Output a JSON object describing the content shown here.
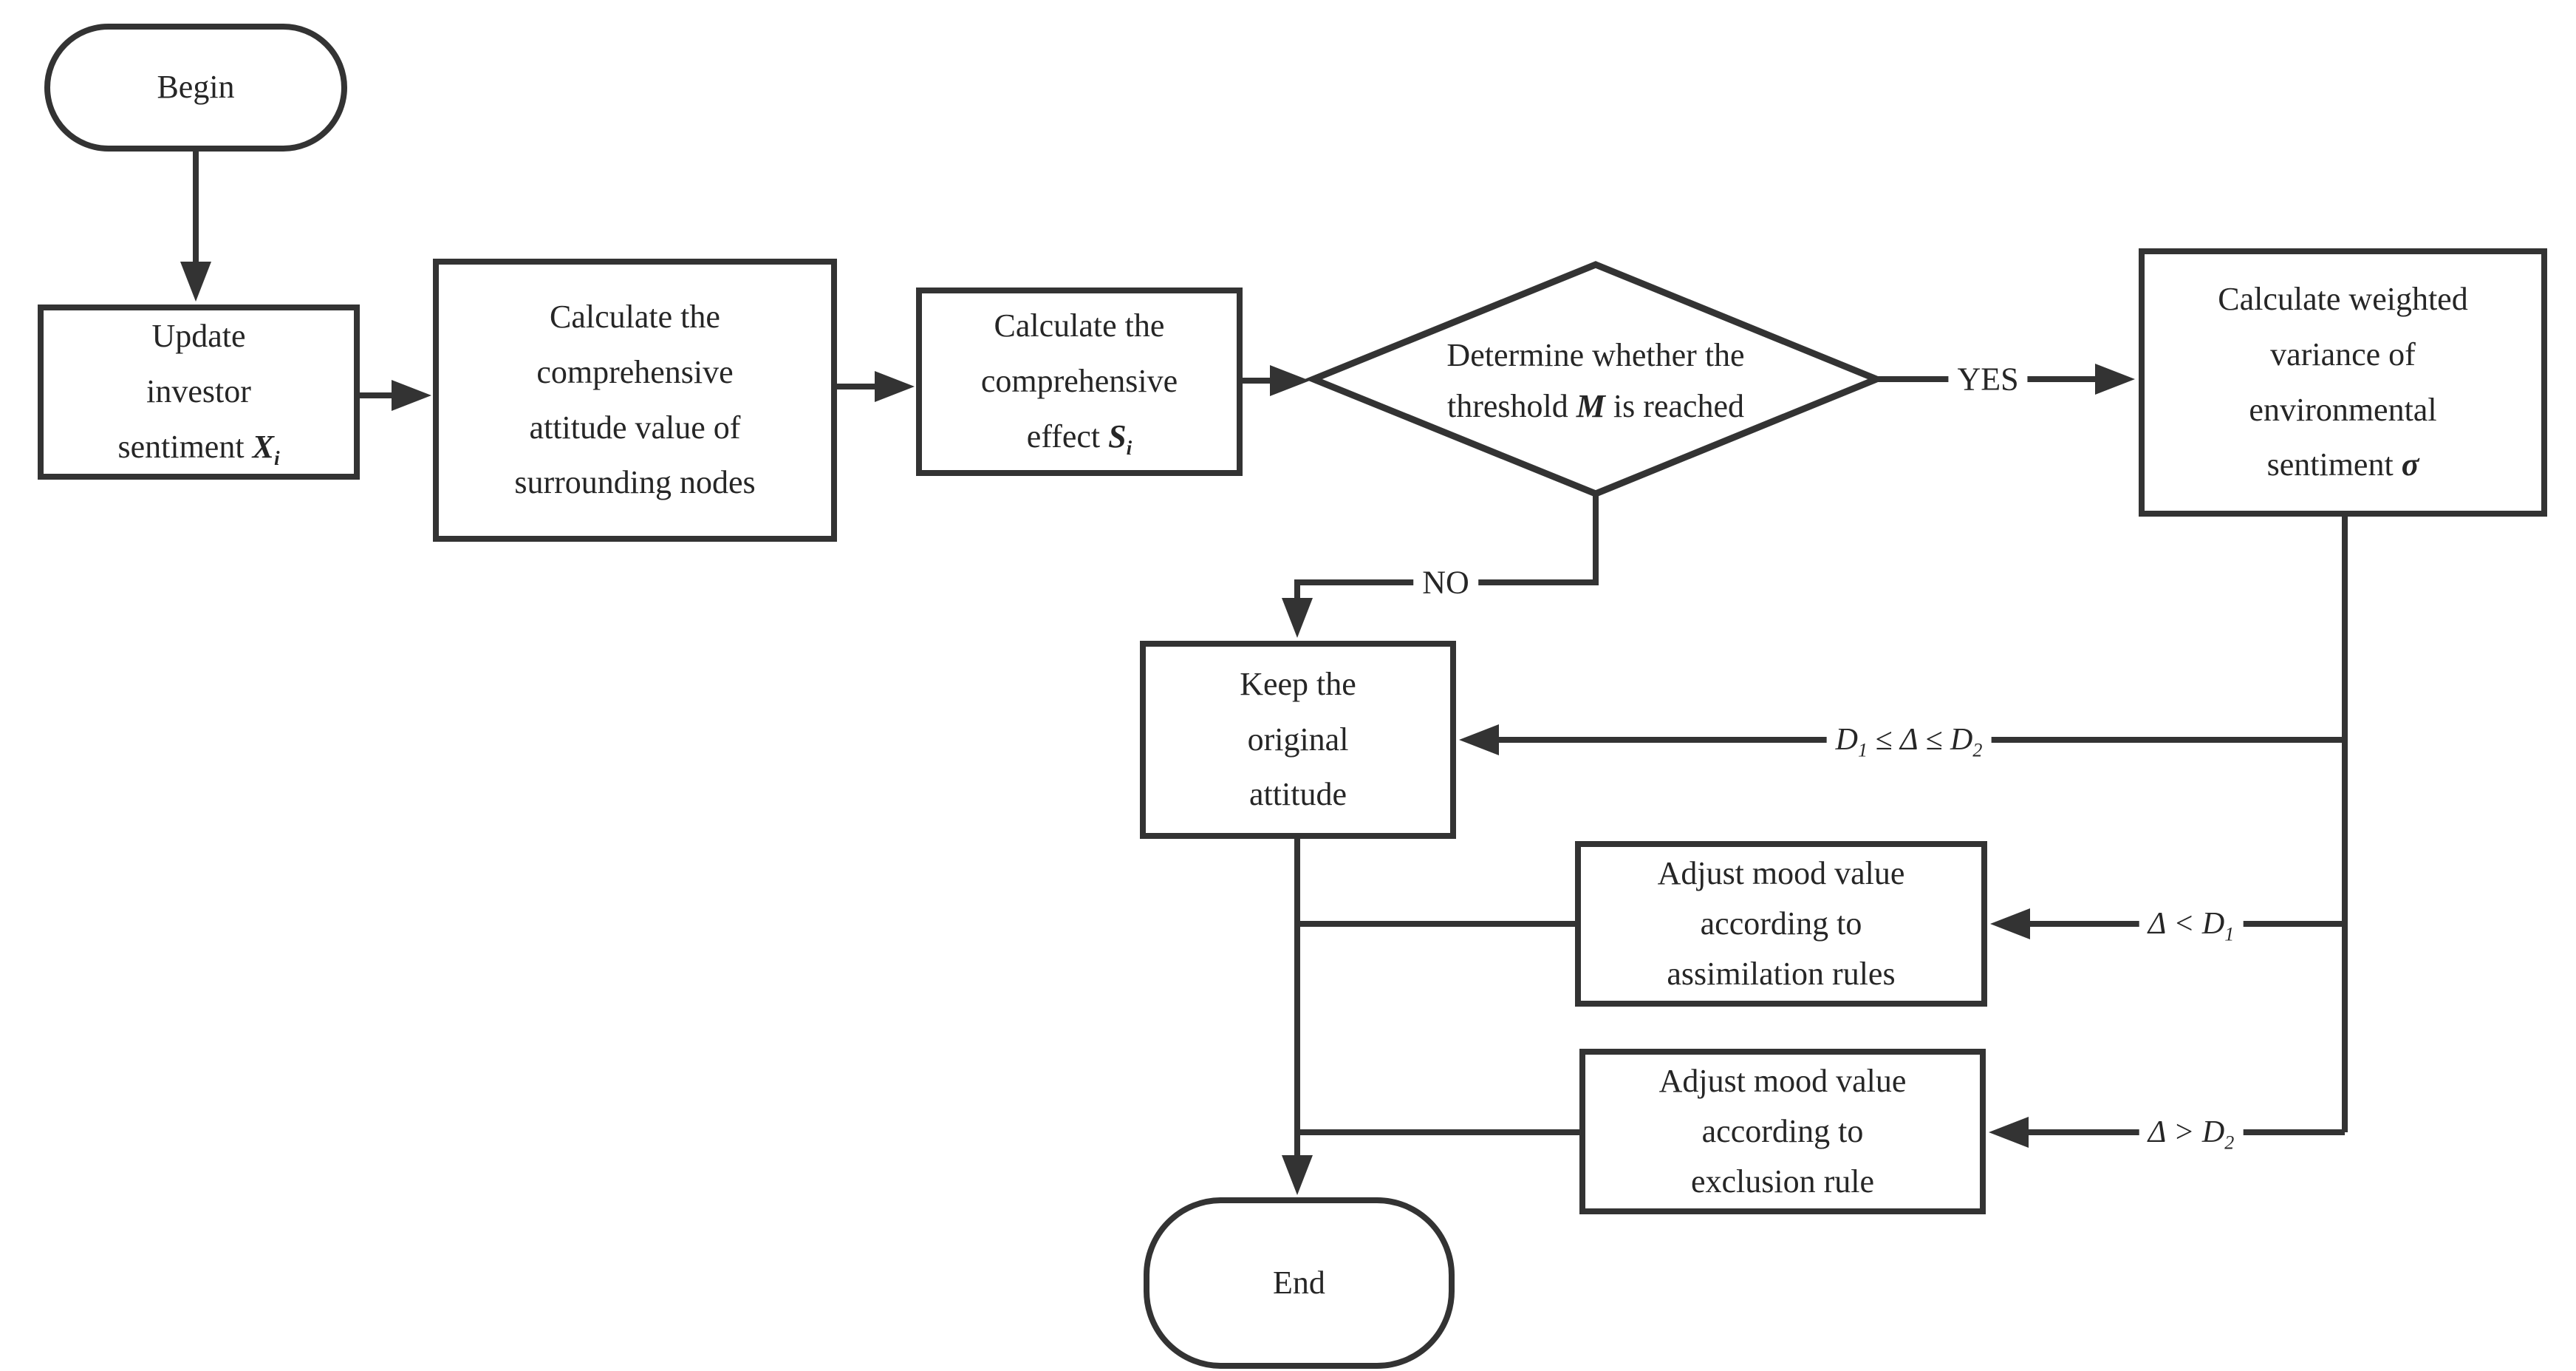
{
  "colors": {
    "line": "#333333",
    "text": "#262626",
    "background": "#ffffff"
  },
  "nodes": {
    "begin": {
      "label": "Begin"
    },
    "update": {
      "lines": [
        "Update",
        "investor"
      ],
      "last": {
        "pre": "sentiment ",
        "sym": "X",
        "sub": "i"
      }
    },
    "calc_attitude": {
      "lines": [
        "Calculate the",
        "comprehensive",
        "attitude value of",
        "surrounding nodes"
      ]
    },
    "calc_effect": {
      "lines": [
        "Calculate the",
        "comprehensive"
      ],
      "last": {
        "pre": "effect ",
        "sym": "S",
        "sub": "i"
      }
    },
    "decision": {
      "line1": "Determine whether the",
      "line2": {
        "pre": "threshold ",
        "sym": "M",
        "post": " is reached"
      }
    },
    "calc_variance": {
      "lines": [
        "Calculate weighted",
        "variance of",
        "environmental"
      ],
      "last": {
        "pre": "sentiment ",
        "sym": "σ"
      }
    },
    "keep": {
      "lines": [
        "Keep the",
        "original",
        "attitude"
      ]
    },
    "assimilation": {
      "lines": [
        "Adjust mood value",
        "according to",
        "assimilation rules"
      ]
    },
    "exclusion": {
      "lines": [
        "Adjust mood value",
        "according to",
        "exclusion rule"
      ]
    },
    "end": {
      "label": "End"
    }
  },
  "labels": {
    "yes": "YES",
    "no": "NO",
    "range": {
      "pre": "D",
      "sub1": "1",
      "mid": " ≤ Δ ≤ D",
      "sub2": "2"
    },
    "lt": {
      "pre": "Δ < D",
      "sub": "1"
    },
    "gt": {
      "pre": "Δ > D",
      "sub": "2"
    }
  }
}
